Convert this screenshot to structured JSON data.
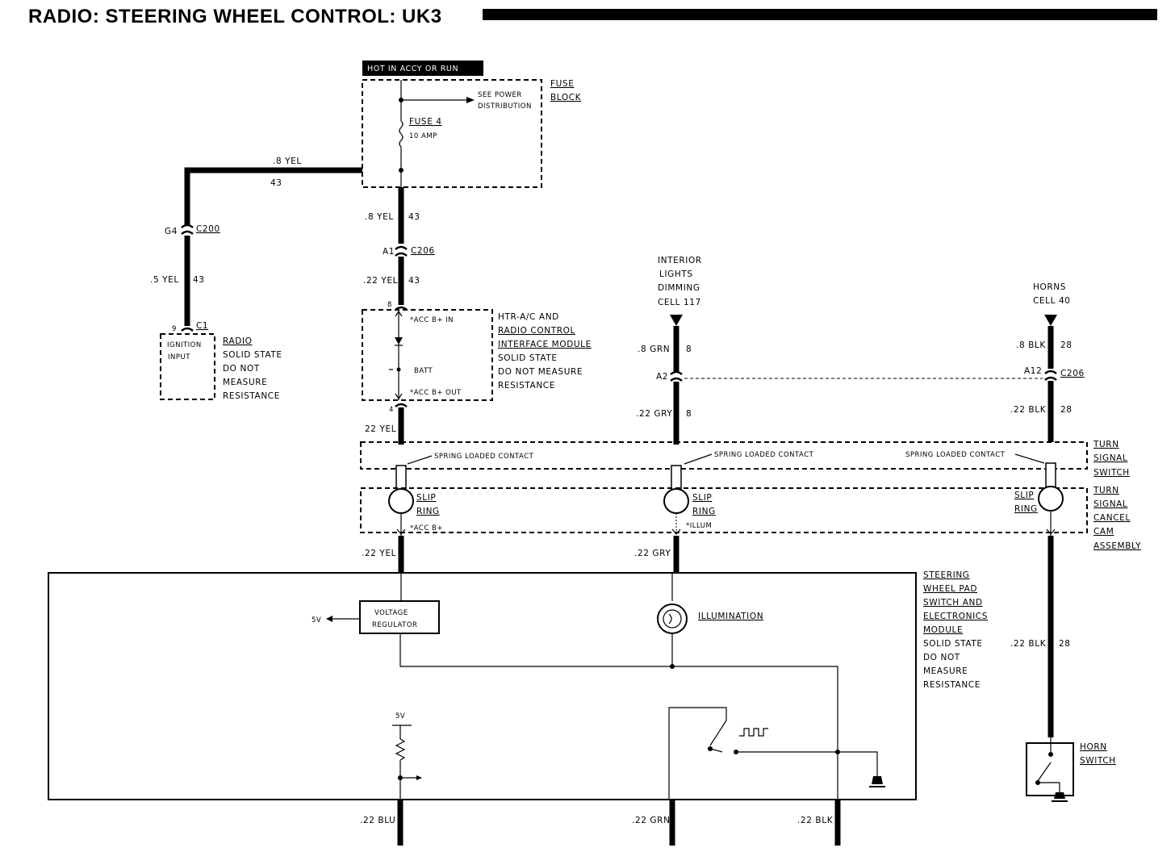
{
  "title": "RADIO: STEERING WHEEL CONTROL: UK3",
  "hot_label": "HOT IN ACCY OR RUN",
  "fuse_block": {
    "name_1": "FUSE",
    "name_2": "BLOCK",
    "see_power_1": "SEE POWER",
    "see_power_2": "DISTRIBUTION",
    "fuse_name": "FUSE 4",
    "fuse_rating": "10 AMP"
  },
  "wires": {
    "w8yel_left": ".8 YEL",
    "w8yel_left_circuit": "43",
    "w8yel_down": ".8 YEL",
    "w8yel_down_circuit": "43",
    "w5yel": ".5 YEL",
    "w5yel_circuit": "43",
    "w22yel_a": ".22 YEL",
    "w22yel_a_circuit": "43",
    "w22yel_b": "22 YEL",
    "w8grn": ".8 GRN",
    "w8grn_circuit": "8",
    "w22gry_a": ".22 GRY",
    "w22gry_a_circuit": "8",
    "w8blk": ".8 BLK",
    "w8blk_circuit": "28",
    "w22blk_a": ".22 BLK",
    "w22blk_a_circuit": "28",
    "w22yel_c": ".22 YEL",
    "w22gry_b": ".22 GRY",
    "w22blk_b": ".22 BLK",
    "w22blk_b_circuit": "28",
    "w22blu": ".22 BLU",
    "w22grn": ".22 GRN",
    "w22blk_c": ".22 BLK"
  },
  "connectors": {
    "g4": "G4",
    "c200": "C200",
    "a1": "A1",
    "c206_a": "C206",
    "pin9": "9",
    "c1": "C1",
    "pin8": "8",
    "pin4": "4",
    "a2": "A2",
    "a12": "A12",
    "c206_b": "C206"
  },
  "radio_module": {
    "inner_1": "IGNITION",
    "inner_2": "INPUT",
    "line_1": "RADIO",
    "line_2": "SOLID STATE",
    "line_3": "DO NOT",
    "line_4": "MEASURE",
    "line_5": "RESISTANCE"
  },
  "htr_module": {
    "acc_in": "*ACC B+ IN",
    "batt": "BATT",
    "acc_out": "*ACC B+ OUT",
    "line_1": "HTR-A/C AND",
    "line_2": "RADIO CONTROL",
    "line_3": "INTERFACE MODULE",
    "line_4": "SOLID STATE",
    "line_5": "DO NOT MEASURE",
    "line_6": "RESISTANCE"
  },
  "interior_lights": {
    "line_1": "INTERIOR",
    "line_2": "LIGHTS",
    "line_3": "DIMMING",
    "line_4": "CELL 117"
  },
  "horns": {
    "line_1": "HORNS",
    "line_2": "CELL 40"
  },
  "turn_signal_switch": {
    "spring_1": "SPRING LOADED CONTACT",
    "spring_2": "SPRING LOADED CONTACT",
    "spring_3": "SPRING LOADED CONTACT",
    "line_1": "TURN",
    "line_2": "SIGNAL",
    "line_3": "SWITCH"
  },
  "cancel_cam": {
    "slip_1": "SLIP",
    "ring_1": "RING",
    "acc_b": "*ACC B+",
    "slip_2": "SLIP",
    "ring_2": "RING",
    "illum": "*ILLUM",
    "slip_3": "SLIP",
    "ring_3": "RING",
    "line_1": "TURN",
    "line_2": "SIGNAL",
    "line_3": "CANCEL",
    "line_4": "CAM",
    "line_5": "ASSEMBLY"
  },
  "steering_module": {
    "line_1": "STEERING",
    "line_2": "WHEEL PAD",
    "line_3": "SWITCH AND",
    "line_4": "ELECTRONICS",
    "line_5": "MODULE",
    "line_6": "SOLID STATE",
    "line_7": "DO NOT",
    "line_8": "MEASURE",
    "line_9": "RESISTANCE",
    "voltage_1": "VOLTAGE",
    "voltage_2": "REGULATOR",
    "five_v_out": "5V",
    "illumination": "ILLUMINATION",
    "five_v_pullup": "5V"
  },
  "horn_switch": {
    "line_1": "HORN",
    "line_2": "SWITCH"
  }
}
